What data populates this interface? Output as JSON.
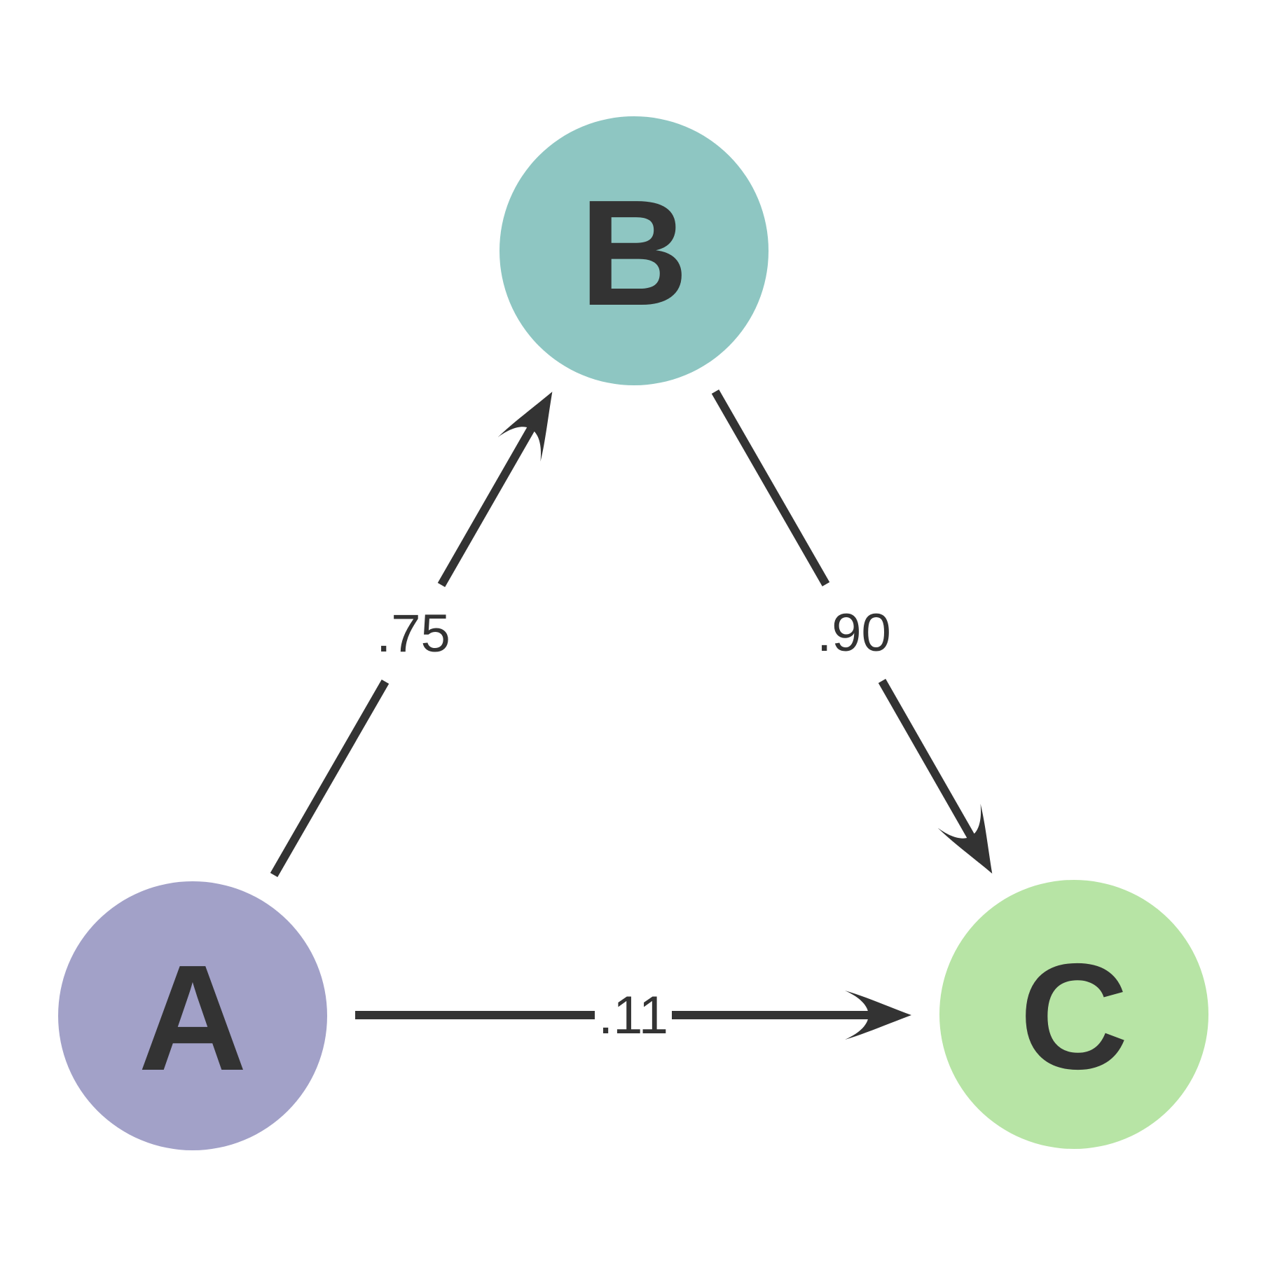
{
  "diagram": {
    "background_color": "#ffffff",
    "edge_color": "#333333",
    "label_color": "#333333",
    "nodes": [
      {
        "id": "A",
        "label": "A",
        "fill": "#A2A1C8"
      },
      {
        "id": "B",
        "label": "B",
        "fill": "#8EC6C2"
      },
      {
        "id": "C",
        "label": "C",
        "fill": "#B7E4A5"
      }
    ],
    "edges": [
      {
        "from": "A",
        "to": "B",
        "weight": ".75"
      },
      {
        "from": "B",
        "to": "C",
        "weight": ".90"
      },
      {
        "from": "A",
        "to": "C",
        "weight": ".11"
      }
    ]
  }
}
